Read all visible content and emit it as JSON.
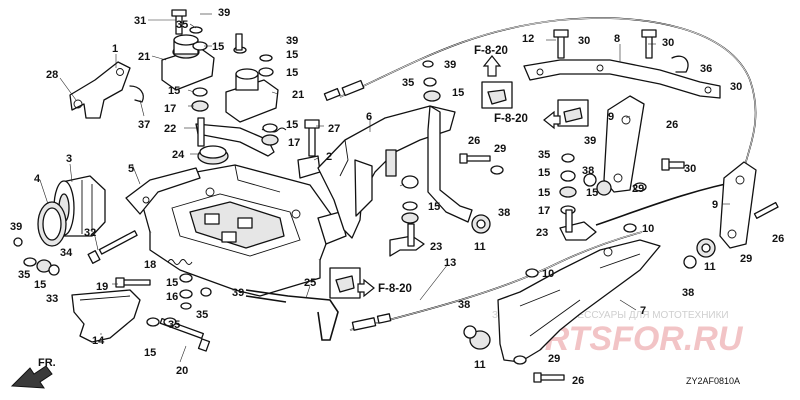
{
  "diagram": {
    "code": "ZY2AF0810A",
    "front_label": "FR.",
    "section_refs": [
      {
        "id": "ref-top",
        "label": "F-8-20"
      },
      {
        "id": "ref-mid",
        "label": "F-8-20"
      },
      {
        "id": "ref-low",
        "label": "F-8-20"
      }
    ],
    "watermark_small": "ЗАПЧАСТИ И АКСЕССУАРЫ ДЛЯ МОТОТЕХНИКИ",
    "watermark_big": "PARTSFOR.RU",
    "callouts": [
      {
        "id": "c1",
        "label": "1"
      },
      {
        "id": "c2",
        "label": "2"
      },
      {
        "id": "c3",
        "label": "3"
      },
      {
        "id": "c4",
        "label": "4"
      },
      {
        "id": "c5",
        "label": "5"
      },
      {
        "id": "c6",
        "label": "6"
      },
      {
        "id": "c7",
        "label": "7"
      },
      {
        "id": "c8",
        "label": "8"
      },
      {
        "id": "c9a",
        "label": "9"
      },
      {
        "id": "c9b",
        "label": "9"
      },
      {
        "id": "c10a",
        "label": "10"
      },
      {
        "id": "c10b",
        "label": "10"
      },
      {
        "id": "c11a",
        "label": "11"
      },
      {
        "id": "c11b",
        "label": "11"
      },
      {
        "id": "c11c",
        "label": "11"
      },
      {
        "id": "c12",
        "label": "12"
      },
      {
        "id": "c13",
        "label": "13"
      },
      {
        "id": "c14",
        "label": "14"
      },
      {
        "id": "c15a",
        "label": "15"
      },
      {
        "id": "c15b",
        "label": "15"
      },
      {
        "id": "c15c",
        "label": "15"
      },
      {
        "id": "c15d",
        "label": "15"
      },
      {
        "id": "c15e",
        "label": "15"
      },
      {
        "id": "c15f",
        "label": "15"
      },
      {
        "id": "c15g",
        "label": "15"
      },
      {
        "id": "c15h",
        "label": "15"
      },
      {
        "id": "c15i",
        "label": "15"
      },
      {
        "id": "c15j",
        "label": "15"
      },
      {
        "id": "c15k",
        "label": "15"
      },
      {
        "id": "c15l",
        "label": "15"
      },
      {
        "id": "c15m",
        "label": "15"
      },
      {
        "id": "c16",
        "label": "16"
      },
      {
        "id": "c17a",
        "label": "17"
      },
      {
        "id": "c17b",
        "label": "17"
      },
      {
        "id": "c17c",
        "label": "17"
      },
      {
        "id": "c18",
        "label": "18"
      },
      {
        "id": "c19",
        "label": "19"
      },
      {
        "id": "c20",
        "label": "20"
      },
      {
        "id": "c21a",
        "label": "21"
      },
      {
        "id": "c21b",
        "label": "21"
      },
      {
        "id": "c22",
        "label": "22"
      },
      {
        "id": "c23a",
        "label": "23"
      },
      {
        "id": "c23b",
        "label": "23"
      },
      {
        "id": "c24",
        "label": "24"
      },
      {
        "id": "c25",
        "label": "25"
      },
      {
        "id": "c26a",
        "label": "26"
      },
      {
        "id": "c26b",
        "label": "26"
      },
      {
        "id": "c26c",
        "label": "26"
      },
      {
        "id": "c26d",
        "label": "26"
      },
      {
        "id": "c27",
        "label": "27"
      },
      {
        "id": "c28",
        "label": "28"
      },
      {
        "id": "c29a",
        "label": "29"
      },
      {
        "id": "c29b",
        "label": "29"
      },
      {
        "id": "c29c",
        "label": "29"
      },
      {
        "id": "c29d",
        "label": "29"
      },
      {
        "id": "c30a",
        "label": "30"
      },
      {
        "id": "c30b",
        "label": "30"
      },
      {
        "id": "c30c",
        "label": "30"
      },
      {
        "id": "c30d",
        "label": "30"
      },
      {
        "id": "c31",
        "label": "31"
      },
      {
        "id": "c32",
        "label": "32"
      },
      {
        "id": "c33",
        "label": "33"
      },
      {
        "id": "c34",
        "label": "34"
      },
      {
        "id": "c35a",
        "label": "35"
      },
      {
        "id": "c35b",
        "label": "35"
      },
      {
        "id": "c35c",
        "label": "35"
      },
      {
        "id": "c35d",
        "label": "35"
      },
      {
        "id": "c35e",
        "label": "35"
      },
      {
        "id": "c35f",
        "label": "35"
      },
      {
        "id": "c36",
        "label": "36"
      },
      {
        "id": "c37",
        "label": "37"
      },
      {
        "id": "c38a",
        "label": "38"
      },
      {
        "id": "c38b",
        "label": "38"
      },
      {
        "id": "c38c",
        "label": "38"
      },
      {
        "id": "c38d",
        "label": "38"
      },
      {
        "id": "c39a",
        "label": "39"
      },
      {
        "id": "c39b",
        "label": "39"
      },
      {
        "id": "c39c",
        "label": "39"
      },
      {
        "id": "c39d",
        "label": "39"
      },
      {
        "id": "c39e",
        "label": "39"
      },
      {
        "id": "c39f",
        "label": "39"
      }
    ]
  }
}
